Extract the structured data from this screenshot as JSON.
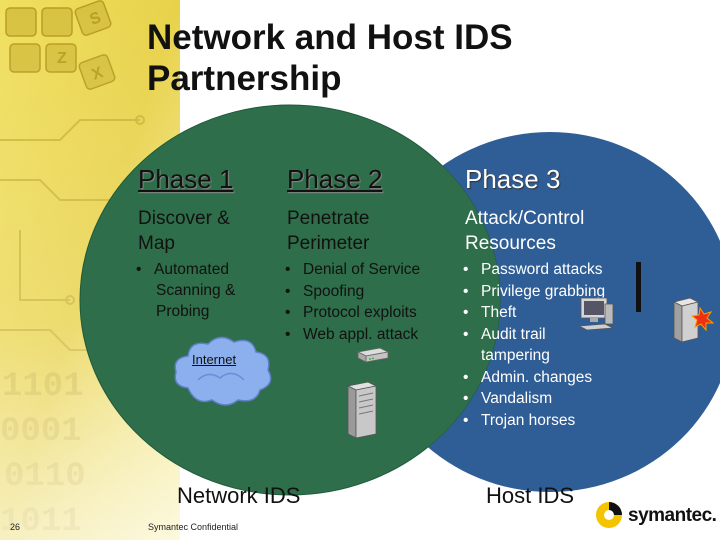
{
  "slide": {
    "title_line1": "Network and Host IDS",
    "title_line2": "Partnership"
  },
  "phase1": {
    "heading": "Phase 1",
    "sub_line1": "Discover &",
    "sub_line2": "Map",
    "bullet_line1": "Automated",
    "bullet_line2": "Scanning &",
    "bullet_line3": "Probing"
  },
  "phase2": {
    "heading": "Phase 2",
    "sub_line1": "Penetrate",
    "sub_line2": "Perimeter",
    "bullets": [
      "Denial of Service",
      "Spoofing",
      "Protocol exploits",
      "Web appl. attack"
    ]
  },
  "phase3": {
    "heading": "Phase 3",
    "sub_line1": "Attack/Control",
    "sub_line2": "Resources",
    "bullets": [
      "Password attacks",
      "Privilege grabbing",
      "Theft",
      "Audit trail",
      "Admin. changes",
      "Vandalism",
      "Trojan horses"
    ],
    "bullet4_cont": "tampering"
  },
  "internet_label": "Internet",
  "network_ids_label": "Network IDS",
  "host_ids_label": "Host IDS",
  "footer": {
    "page_number": "26",
    "confidential": "Symantec Confidential",
    "logo_text": "symantec."
  },
  "colors": {
    "network_circle": "#2e6e4a",
    "host_circle": "#2f5d95",
    "cloud": "#7fa6e6",
    "logo_yellow": "#f5c400"
  },
  "icons": [
    "keyboard-circuit-background",
    "internet-cloud",
    "network-router-icon",
    "server-tower-icon",
    "desktop-computer-icon",
    "server-alert-icon",
    "symantec-logo-icon"
  ]
}
